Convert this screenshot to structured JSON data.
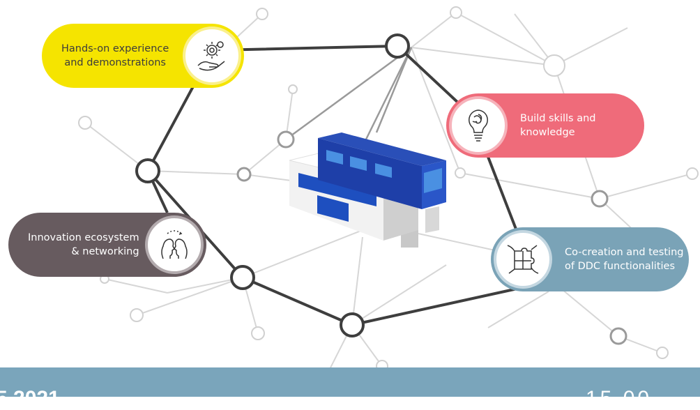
{
  "pills": {
    "hands_on": {
      "text": "Hands-on experience\nand demonstrations",
      "icon": "hand-gears-icon",
      "color": "#f5e400"
    },
    "skills": {
      "text": "Build skills and\nknowledge",
      "icon": "lightbulb-brain-icon",
      "color": "#ef6b7a"
    },
    "ecosystem": {
      "text": "Innovation ecosystem\n& networking",
      "icon": "two-heads-icon",
      "color": "#675b5f"
    },
    "cocreation": {
      "text": "Co-creation and testing\nof DDC functionalities",
      "icon": "puzzle-hands-icon",
      "color": "#7aa3b7"
    }
  },
  "center_icon": "building-icon",
  "footer": {
    "date": "5 2021",
    "right": "15   00",
    "color": "#7aa5bb"
  }
}
